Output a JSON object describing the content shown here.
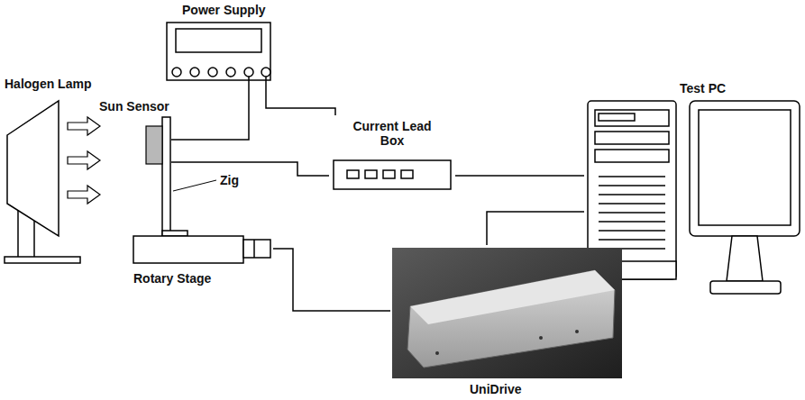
{
  "diagram": {
    "nodes": [
      {
        "text": [
          "Power Supply"
        ]
      },
      {
        "text": [
          "Halogen Lamp"
        ]
      },
      {
        "text": [
          "Sun Sensor"
        ]
      },
      {
        "text": [
          "Current Lead Box"
        ]
      },
      {
        "text": [
          "Test PC"
        ]
      },
      {
        "text": [
          "Rotary Stage"
        ]
      },
      {
        "text": [
          "UniDrive"
        ]
      }
    ],
    "edges": [
      {
        "from": 0,
        "to": 2,
        "arrow": "none"
      },
      {
        "from": 0,
        "to": 3,
        "arrow": "none"
      },
      {
        "from": 2,
        "to": 3,
        "arrow": "none"
      },
      {
        "from": 3,
        "to": 4,
        "arrow": "none"
      },
      {
        "from": 4,
        "to": 6,
        "arrow": "none"
      },
      {
        "from": 5,
        "to": 6,
        "arrow": "none"
      }
    ],
    "labels": [
      "Zig"
    ]
  }
}
